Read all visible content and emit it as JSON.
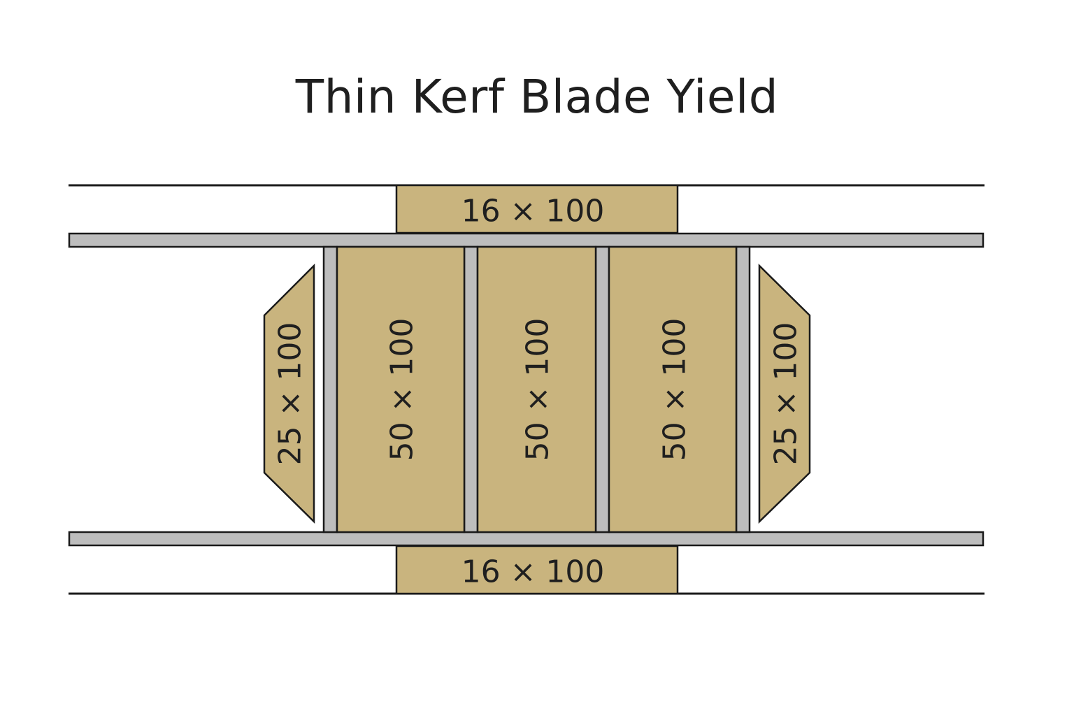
{
  "title": "Thin Kerf Blade Yield",
  "colors": {
    "board": "#C9B47E",
    "kerf": "#BDBDBD",
    "outline": "#1a1a1a",
    "background": "#ffffff"
  },
  "pieces": {
    "top_board": "16 × 100",
    "bottom_board": "16 × 100",
    "left_wane": "25 × 100",
    "right_wane": "25 × 100",
    "center_boards": [
      "50 × 100",
      "50 × 100",
      "50 × 100"
    ]
  }
}
